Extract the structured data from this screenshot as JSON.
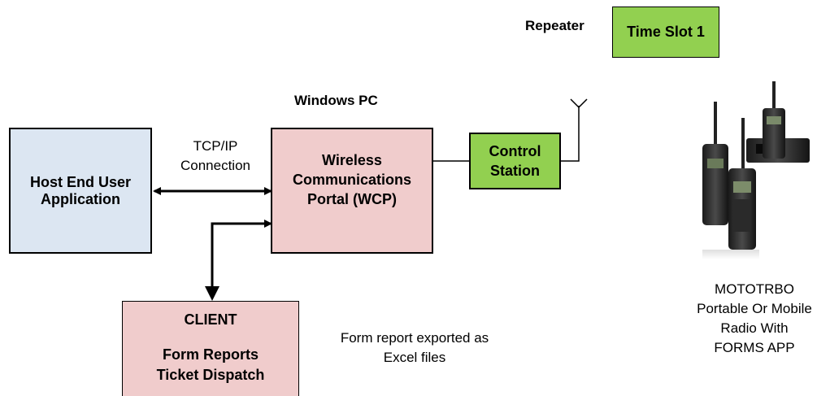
{
  "repeater": {
    "label": "Repeater",
    "timeslot": "Time Slot 1"
  },
  "windows_pc": {
    "label": "Windows PC"
  },
  "host": {
    "line1": "Host End User",
    "line2": "Application"
  },
  "tcpip": {
    "line1": "TCP/IP",
    "line2": "Connection"
  },
  "wcp": {
    "line1": "Wireless",
    "line2": "Communications",
    "line3": "Portal (WCP)"
  },
  "control": {
    "line1": "Control",
    "line2": "Station"
  },
  "client": {
    "title": "CLIENT",
    "line1": "Form Reports",
    "line2": "Ticket Dispatch"
  },
  "export_note": {
    "line1": "Form report exported as",
    "line2": "Excel files"
  },
  "radios": {
    "line1": "MOTOTRBO",
    "line2": "Portable Or Mobile",
    "line3": "Radio With",
    "line4": "FORMS APP"
  },
  "colors": {
    "green": "#92D050",
    "blue_box": "#DCE6F2",
    "pink_box": "#F0CCCC"
  }
}
